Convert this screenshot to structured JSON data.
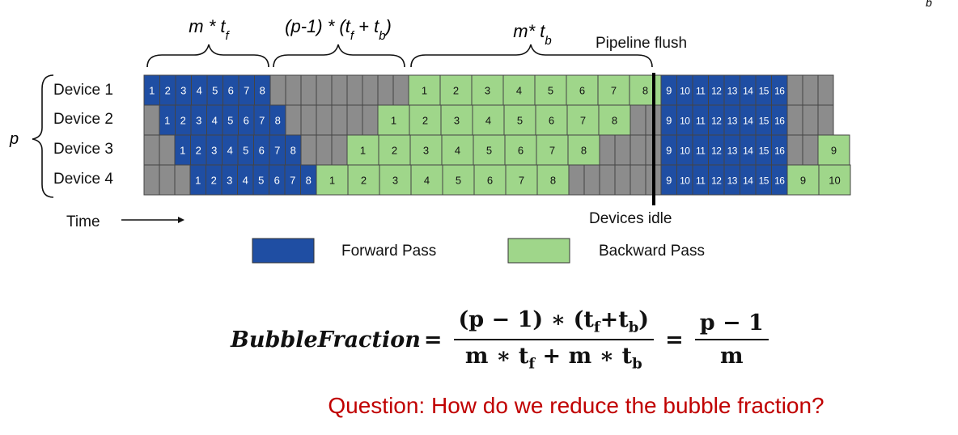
{
  "annotations": {
    "forward_span": "m * t_f",
    "bubble_span": "(p-1) * (t_f + t_b)",
    "backward_span": "m* t_b",
    "corner_mark": "b",
    "pipeline_flush": "Pipeline flush",
    "devices_idle": "Devices idle",
    "p_label": "p",
    "time_label": "Time"
  },
  "devices": [
    "Device 1",
    "Device 2",
    "Device 3",
    "Device 4"
  ],
  "legend": {
    "forward": "Forward Pass",
    "backward": "Backward Pass"
  },
  "colors": {
    "forward": "#1f4ea3",
    "backward": "#9fd68a",
    "idle": "#8c8c8c",
    "grid_line": "#444444",
    "question": "#c00000"
  },
  "rows": [
    {
      "device": "Device 1",
      "segments": [
        {
          "type": "F",
          "labels": [
            "1",
            "2",
            "3",
            "4",
            "5",
            "6",
            "7",
            "8"
          ]
        },
        {
          "type": "I",
          "count": 9
        },
        {
          "type": "B",
          "labels": [
            "1",
            "2",
            "3",
            "4",
            "5",
            "6",
            "7",
            "8"
          ]
        },
        {
          "type": "F",
          "labels": [
            "9",
            "10",
            "11",
            "12",
            "13",
            "14",
            "15",
            "16"
          ]
        },
        {
          "type": "I",
          "count": 3
        }
      ]
    },
    {
      "device": "Device 2",
      "segments": [
        {
          "type": "I",
          "count": 1
        },
        {
          "type": "F",
          "labels": [
            "1",
            "2",
            "3",
            "4",
            "5",
            "6",
            "7",
            "8"
          ]
        },
        {
          "type": "I",
          "count": 6
        },
        {
          "type": "B",
          "labels": [
            "1",
            "2",
            "3",
            "4",
            "5",
            "6",
            "7",
            "8"
          ]
        },
        {
          "type": "I",
          "count": 2
        },
        {
          "type": "F",
          "labels": [
            "9",
            "10",
            "11",
            "12",
            "13",
            "14",
            "15",
            "16"
          ]
        },
        {
          "type": "I",
          "count": 3
        }
      ]
    },
    {
      "device": "Device 3",
      "segments": [
        {
          "type": "I",
          "count": 2
        },
        {
          "type": "F",
          "labels": [
            "1",
            "2",
            "3",
            "4",
            "5",
            "6",
            "7",
            "8"
          ]
        },
        {
          "type": "I",
          "count": 3
        },
        {
          "type": "B",
          "labels": [
            "1",
            "2",
            "3",
            "4",
            "5",
            "6",
            "7",
            "8"
          ]
        },
        {
          "type": "I",
          "count": 4
        },
        {
          "type": "F",
          "labels": [
            "9",
            "10",
            "11",
            "12",
            "13",
            "14",
            "15",
            "16"
          ]
        },
        {
          "type": "I",
          "count": 2
        },
        {
          "type": "B",
          "labels": [
            "9"
          ]
        }
      ]
    },
    {
      "device": "Device 4",
      "segments": [
        {
          "type": "I",
          "count": 3
        },
        {
          "type": "F",
          "labels": [
            "1",
            "2",
            "3",
            "4",
            "5",
            "6",
            "7",
            "8"
          ]
        },
        {
          "type": "B",
          "labels": [
            "1",
            "2",
            "3",
            "4",
            "5",
            "6",
            "7",
            "8"
          ]
        },
        {
          "type": "I",
          "count": 6
        },
        {
          "type": "F",
          "labels": [
            "9",
            "10",
            "11",
            "12",
            "13",
            "14",
            "15",
            "16"
          ]
        },
        {
          "type": "B",
          "labels": [
            "9",
            "10"
          ]
        }
      ]
    }
  ],
  "formula": {
    "lhs": "BubbleFraction",
    "eq": "=",
    "num1": "(p − 1) ∗ (t_f+t_b)",
    "den1": "m ∗ t_f  + m ∗ t_b",
    "num2": "p − 1",
    "den2": "m"
  },
  "question": "Question: How do we reduce the bubble fraction?"
}
